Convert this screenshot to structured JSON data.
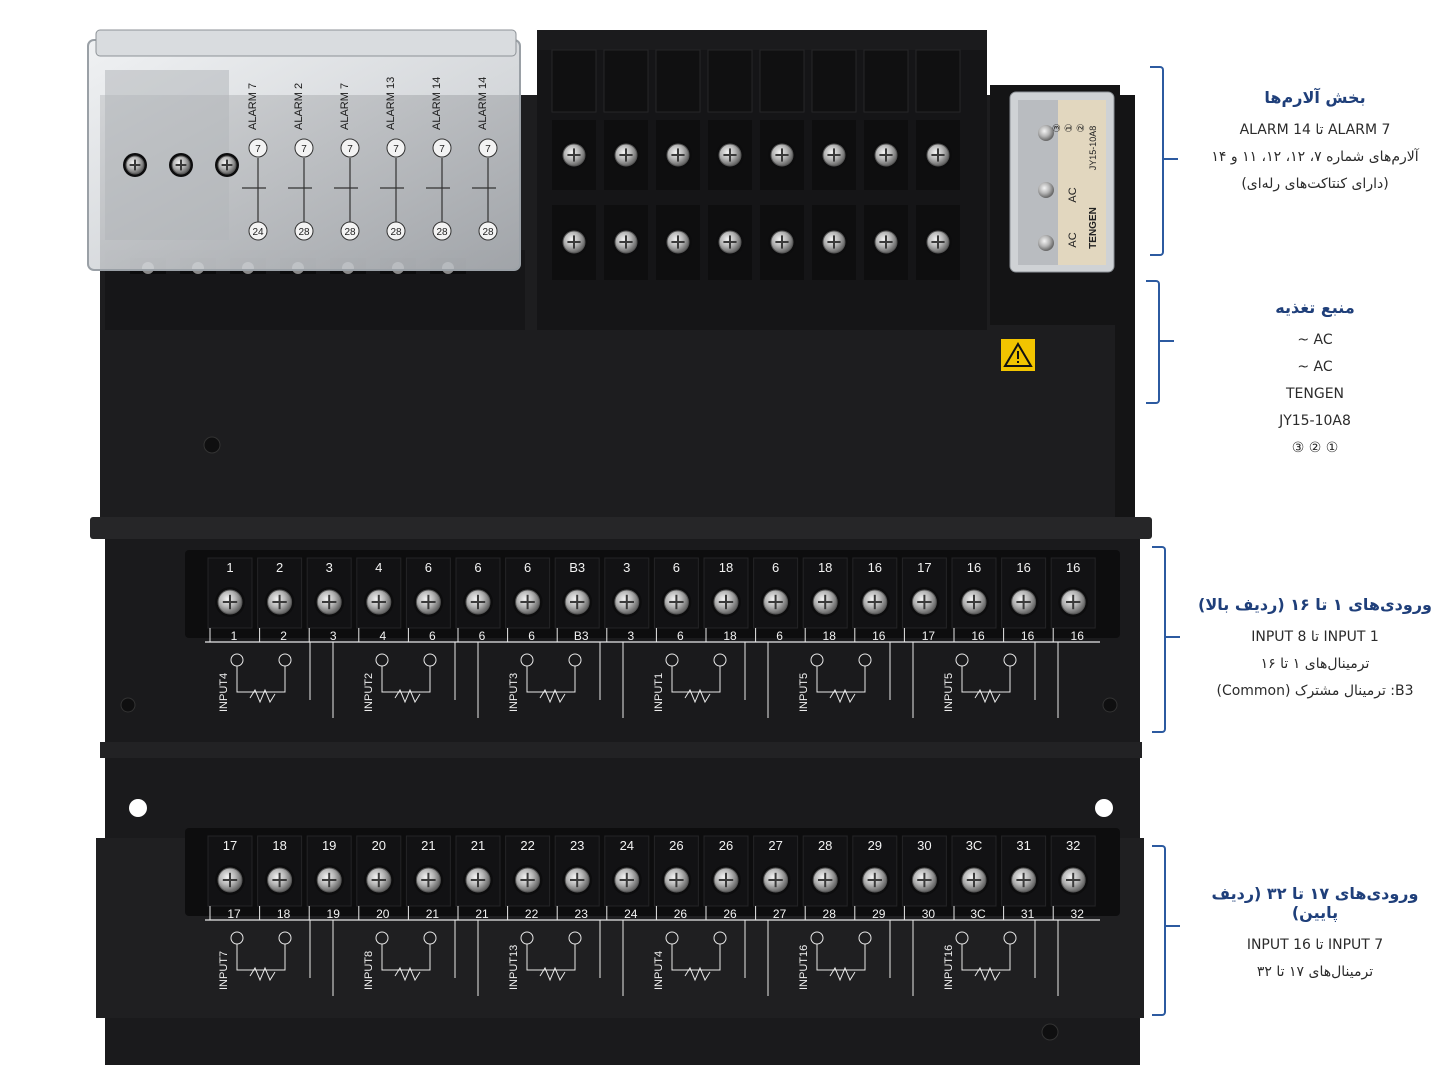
{
  "alarm_block": {
    "labels": [
      "ALARM 7",
      "ALARM 2",
      "ALARM 7",
      "ALARM 13",
      "ALARM 14",
      "ALARM 14"
    ],
    "top_nums": [
      "7",
      "7",
      "7",
      "7",
      "7",
      "7"
    ],
    "bottom_nums": [
      "24",
      "28",
      "28",
      "28",
      "28",
      "28"
    ]
  },
  "power_block": {
    "labels": [
      "AC",
      "AC",
      "TENGEN",
      "JY15-10A8",
      "①",
      "②",
      "③"
    ]
  },
  "terminal_row_1": {
    "top_labels": [
      "1",
      "2",
      "3",
      "4",
      "6",
      "6",
      "6",
      "B3",
      "3",
      "6",
      "18",
      "6",
      "18",
      "16",
      "17",
      "16",
      "16",
      "16"
    ],
    "bottom_labels": [
      "1",
      "2",
      "3",
      "4",
      "6",
      "6",
      "6",
      "B3",
      "3",
      "6",
      "18",
      "6",
      "18",
      "16",
      "17",
      "16",
      "16",
      "16"
    ],
    "inputs": [
      "INPUT4",
      "INPUT2",
      "INPUT3",
      "INPUT1",
      "INPUT5",
      "INPUT5"
    ]
  },
  "terminal_row_2": {
    "top_labels": [
      "17",
      "18",
      "19",
      "20",
      "21",
      "21",
      "22",
      "23",
      "24",
      "26",
      "26",
      "27",
      "28",
      "29",
      "30",
      "3C",
      "31",
      "32"
    ],
    "bottom_labels": [
      "17",
      "18",
      "19",
      "20",
      "21",
      "21",
      "22",
      "23",
      "24",
      "26",
      "26",
      "27",
      "28",
      "29",
      "30",
      "3C",
      "31",
      "32"
    ],
    "inputs": [
      "INPUT7",
      "INPUT8",
      "INPUT13",
      "INPUT4",
      "INPUT16",
      "INPUT16"
    ]
  },
  "annotations": {
    "alarms": {
      "title": "بخش آلارم‌ها",
      "line1": "ALARM 7 تا ALARM 14",
      "line2": "آلارم‌های شماره ۷، ۱۲، ۱۲، ۱۱ و ۱۴",
      "line3": "(دارای کنتاکت‌های رله‌ای)"
    },
    "power": {
      "title": "منبع تغذیه",
      "line1": "AC ~",
      "line2": "AC ~",
      "line3": "TENGEN",
      "line4": "JY15-10A8",
      "line5": "① ② ③"
    },
    "inputs_top": {
      "title": "ورودی‌های ۱ تا ۱۶ (ردیف بالا)",
      "line1": "INPUT 1 تا INPUT 8",
      "line2": "ترمینال‌های ۱ تا ۱۶",
      "line3": "B3: ترمینال مشترک (Common)"
    },
    "inputs_bottom": {
      "title": "ورودی‌های ۱۷ تا ۳۲ (ردیف پایین)",
      "line1": "INPUT 7 تا INPUT 16",
      "line2": "ترمینال‌های ۱۷ تا ۳۲"
    }
  },
  "colors": {
    "chassis": "#1c1c1e",
    "terminal_block": "#151517",
    "screw": "#b8b8b8",
    "label_paper": "#e2d7bf",
    "warning": "#f2c400",
    "brace": "#2c5aa0",
    "title": "#1f3f7a"
  }
}
